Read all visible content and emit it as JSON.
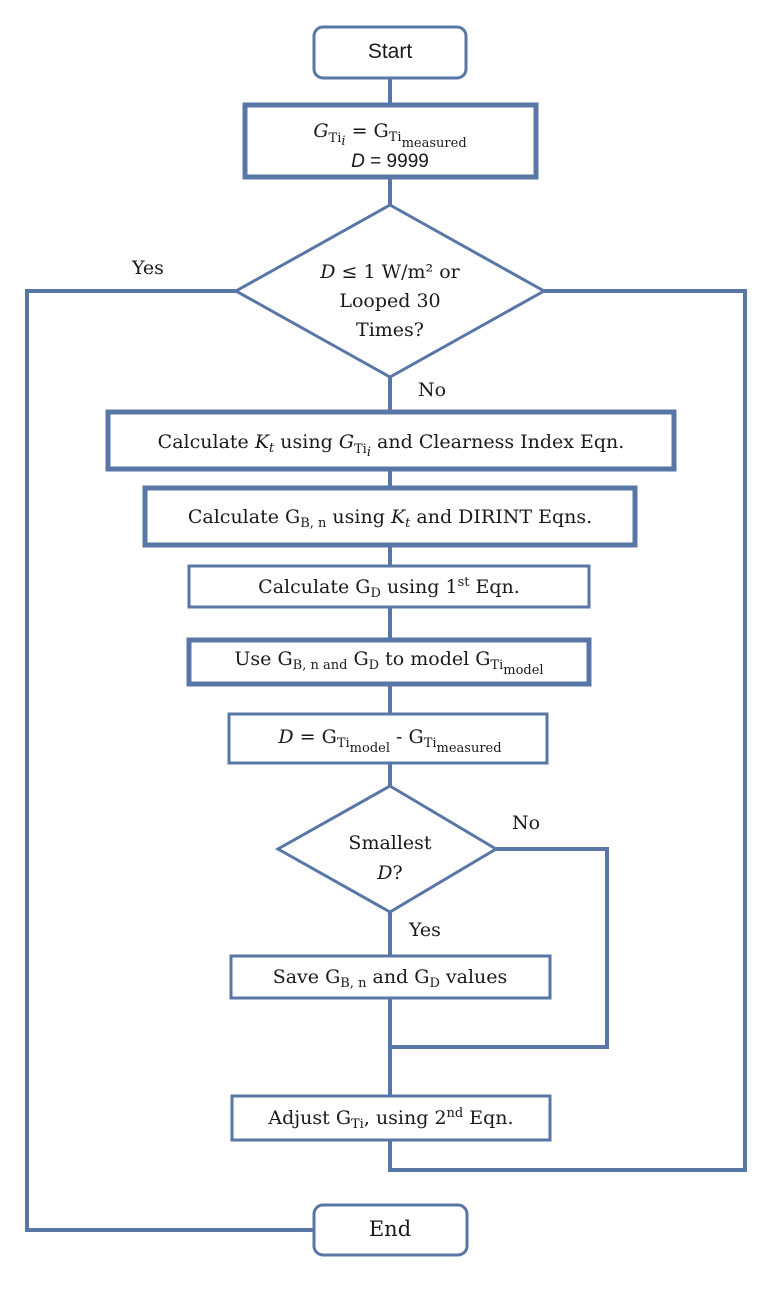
{
  "nodes": {
    "start": {
      "label": "Start"
    },
    "init": {
      "line1_symbol": "G",
      "line1_sub": "Ti",
      "line1_subsub": "i",
      "line1_eq": " = G",
      "line1_rhs_sub": "Ti",
      "line1_rhs_subsub": "measured",
      "line2_var": "D",
      "line2_rest": " = 9999"
    },
    "loop_check": {
      "line1_var": "D",
      "line1_rest": " ≤ 1 W/m² or",
      "line2": "Looped 30",
      "line3": "Times?"
    },
    "calc_kt": {
      "pre": "Calculate ",
      "var": "K",
      "var_sub": "t",
      "mid": " using ",
      "sym": "G",
      "sym_sub": "Ti",
      "sym_subsub": "i",
      "post": " and Clearness Index Eqn."
    },
    "calc_gbn": {
      "pre": "Calculate G",
      "pre_sub": "B, n",
      "mid": " using ",
      "var": "K",
      "var_sub": "t",
      "post": " and DIRINT Eqns."
    },
    "calc_gd": {
      "pre": "Calculate G",
      "pre_sub": "D",
      "mid": " using 1",
      "sup": "st",
      "post": " Eqn."
    },
    "use_model": {
      "pre": "Use G",
      "pre_sub": "B, n and",
      "mid": " G",
      "mid_sub": "D",
      "post": " to model G",
      "post_sub": "Ti",
      "post_subsub": "model"
    },
    "calc_d": {
      "var": "D",
      "eq": " = G",
      "sub1": "Ti",
      "subsub1": "model",
      "minus": " - G",
      "sub2": "Ti",
      "subsub2": "measured"
    },
    "smallest_check": {
      "line1": "Smallest",
      "line2_var": "D",
      "line2_rest": "?"
    },
    "save": {
      "pre": "Save G",
      "pre_sub": "B, n",
      "mid": " and G",
      "mid_sub": "D",
      "post": " values"
    },
    "adjust": {
      "pre": "Adjust G",
      "pre_sub": "Ti",
      "mid": ", using 2",
      "sup": "nd",
      "post": " Eqn."
    },
    "end": {
      "label": "End"
    }
  },
  "edge_labels": {
    "yes_loop": "Yes",
    "no_loop": "No",
    "no_smallest": "No",
    "yes_smallest": "Yes"
  },
  "colors": {
    "node_border": "#5877a6",
    "text": "#1a1a1a"
  }
}
